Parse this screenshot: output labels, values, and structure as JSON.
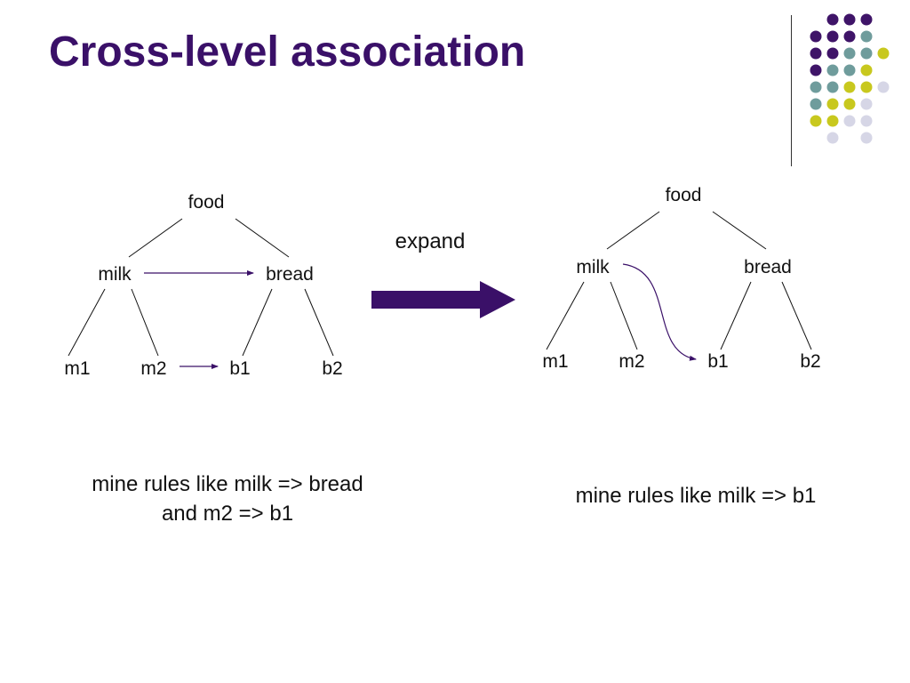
{
  "slide": {
    "title": "Cross-level association",
    "expand_label": "expand",
    "caption_left_line1": "mine rules like milk => bread",
    "caption_left_line2": "and m2 => b1",
    "caption_right": "mine rules like milk => b1"
  },
  "left_tree": {
    "root": "food",
    "level1": [
      "milk",
      "bread"
    ],
    "level2": [
      "m1",
      "m2",
      "b1",
      "b2"
    ]
  },
  "right_tree": {
    "root": "food",
    "level1": [
      "milk",
      "bread"
    ],
    "level2": [
      "m1",
      "m2",
      "b1",
      "b2"
    ]
  },
  "colors": {
    "title": "#3a1068",
    "arrow": "#3a1068",
    "dot_purple": "#3f1468",
    "dot_teal": "#6f9c9c",
    "dot_yellow": "#c8c81e",
    "dot_lavender": "#d6d6e6"
  },
  "icons": [
    "decorative-dot-grid-icon",
    "expand-arrow-icon"
  ]
}
